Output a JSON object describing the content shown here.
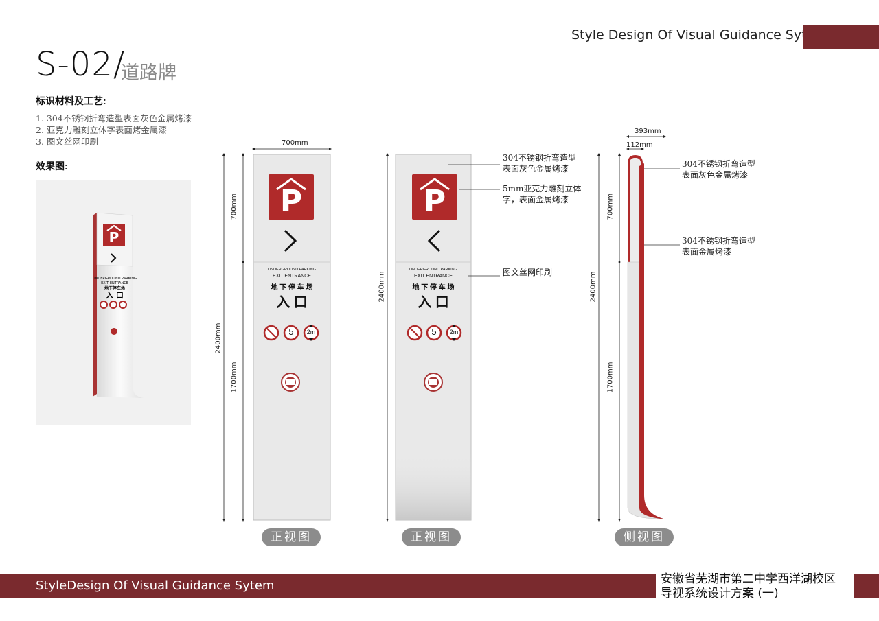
{
  "header": {
    "top_title": "Style Design Of Visual Guidance Sytem",
    "code": "S-02/",
    "code_sub": "道路牌"
  },
  "materials": {
    "heading": "标识材料及工艺:",
    "items": [
      "1. 304不锈钢折弯造型表面灰色金属烤漆",
      "2. 亚克力雕刻立体字表面烤金属漆",
      "3. 图文丝网印刷"
    ]
  },
  "effect_heading": "效果图:",
  "sign_content": {
    "en_line1": "UNDERGROUND PARKING",
    "en_line2": "EXIT   ENTRANCE",
    "cn_line": "地 下 停 车 场",
    "big_cn": "入 口",
    "speed": "5",
    "height": "2m",
    "parking_letter": "P"
  },
  "dimensions": {
    "front_width": "700mm",
    "total_height": "2400mm",
    "upper_height": "700mm",
    "lower_height": "1700mm",
    "side_depth": "393mm",
    "side_inner": "112mm"
  },
  "callouts": {
    "c1": [
      "304不锈钢折弯造型",
      "表面灰色金属烤漆"
    ],
    "c2": [
      "5mm亚克力雕刻立体",
      "字，表面金属烤漆"
    ],
    "c3": [
      "图文丝网印刷"
    ],
    "c4": [
      "304不锈钢折弯造型",
      "表面灰色金属烤漆"
    ],
    "c5": [
      "304不锈钢折弯造型",
      "表面金属烤漆"
    ]
  },
  "views": {
    "front1": "正视图",
    "front2": "正视图",
    "side": "侧视图"
  },
  "footer": {
    "left": "StyleDesign Of Visual Guidance Sytem",
    "school_line1": "安徽省芜湖市第二中学西洋湖校区",
    "school_line2": "导视系统设计方案 (一)"
  },
  "colors": {
    "brand": "#7a2a2e",
    "sign_red": "#b02a2a",
    "panel": "#e9e9e9"
  }
}
